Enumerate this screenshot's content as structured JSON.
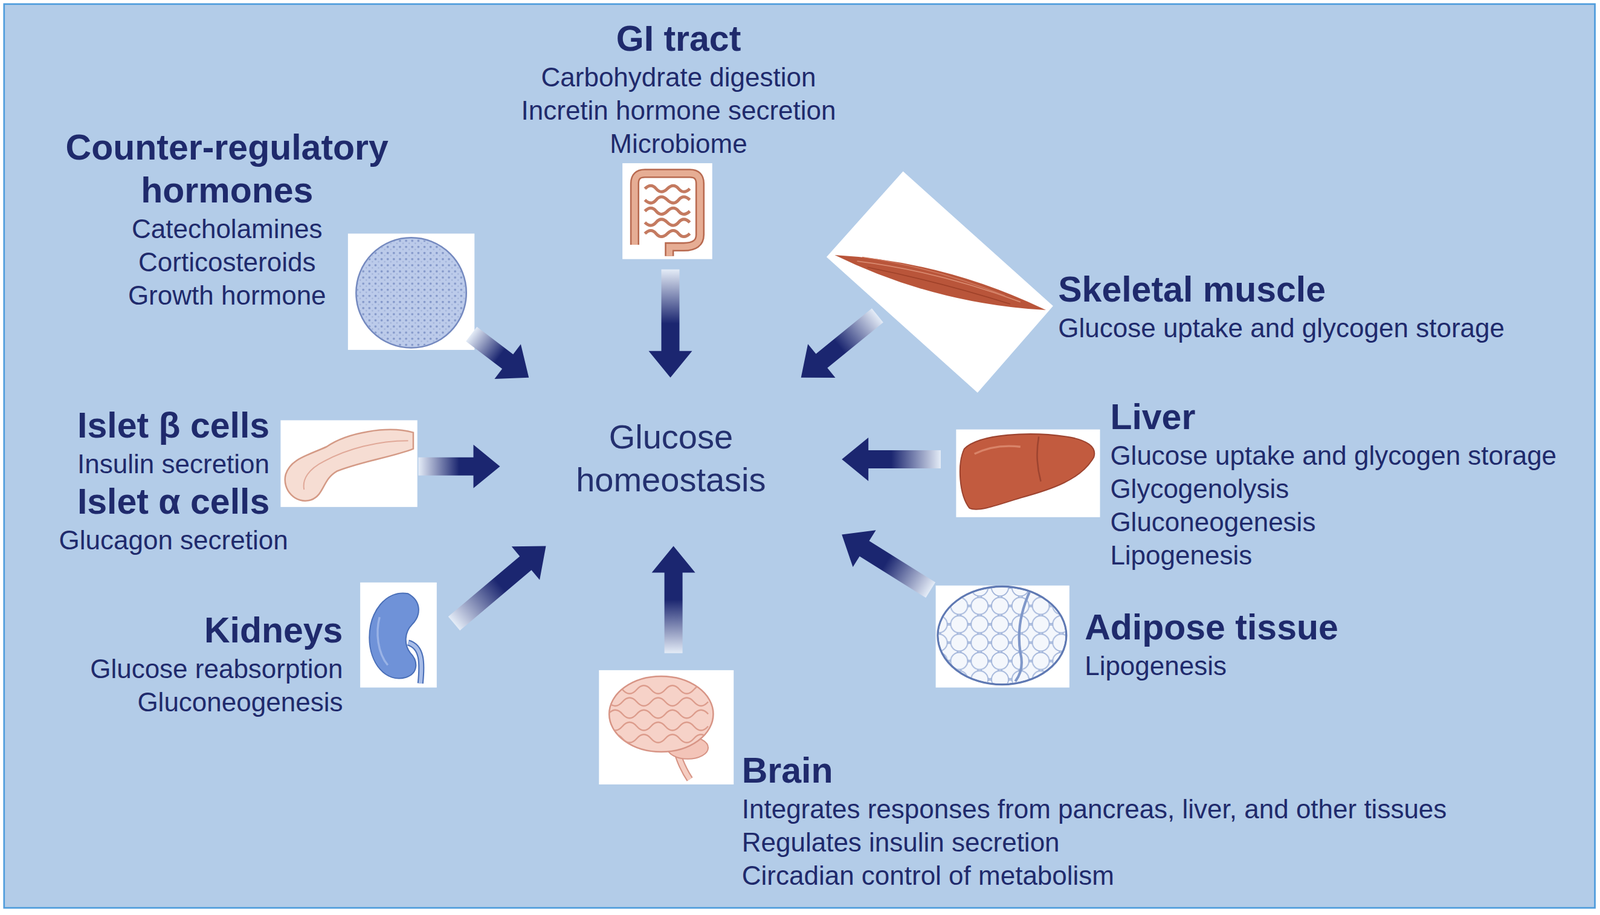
{
  "diagram": {
    "nodes": [
      {
        "text": [
          "Counter-regulatory hormones",
          "Catecholamines",
          "Corticosteroids",
          "Growth hormone"
        ]
      },
      {
        "text": [
          "GI tract",
          "Carbohydrate digestion",
          "Incretin hormone secretion",
          "Microbiome"
        ]
      },
      {
        "text": [
          "Skeletal muscle",
          "Glucose uptake and glycogen storage"
        ]
      },
      {
        "text": [
          "Islet β cells",
          "Insulin secretion",
          "Islet α cells",
          "Glucagon secretion"
        ]
      },
      {
        "text": [
          "Glucose homeostasis"
        ]
      },
      {
        "text": [
          "Liver",
          "Glucose uptake and glycogen storage",
          "Glycogenolysis",
          "Gluconeogenesis",
          "Lipogenesis"
        ]
      },
      {
        "text": [
          "Kidneys",
          "Glucose reabsorption",
          "Gluconeogenesis"
        ]
      },
      {
        "text": [
          "Adipose tissue",
          "Lipogenesis"
        ]
      },
      {
        "text": [
          "Brain",
          "Integrates responses from pancreas, liver, and other tissues",
          "Regulates insulin secretion",
          "Circadian control of metabolism"
        ]
      }
    ],
    "edges": [
      {
        "from": 0,
        "to": 4,
        "arrow": "to"
      },
      {
        "from": 1,
        "to": 4,
        "arrow": "to"
      },
      {
        "from": 2,
        "to": 4,
        "arrow": "to"
      },
      {
        "from": 3,
        "to": 4,
        "arrow": "to"
      },
      {
        "from": 5,
        "to": 4,
        "arrow": "to"
      },
      {
        "from": 6,
        "to": 4,
        "arrow": "to"
      },
      {
        "from": 7,
        "to": 4,
        "arrow": "to"
      },
      {
        "from": 8,
        "to": 4,
        "arrow": "to"
      }
    ]
  }
}
